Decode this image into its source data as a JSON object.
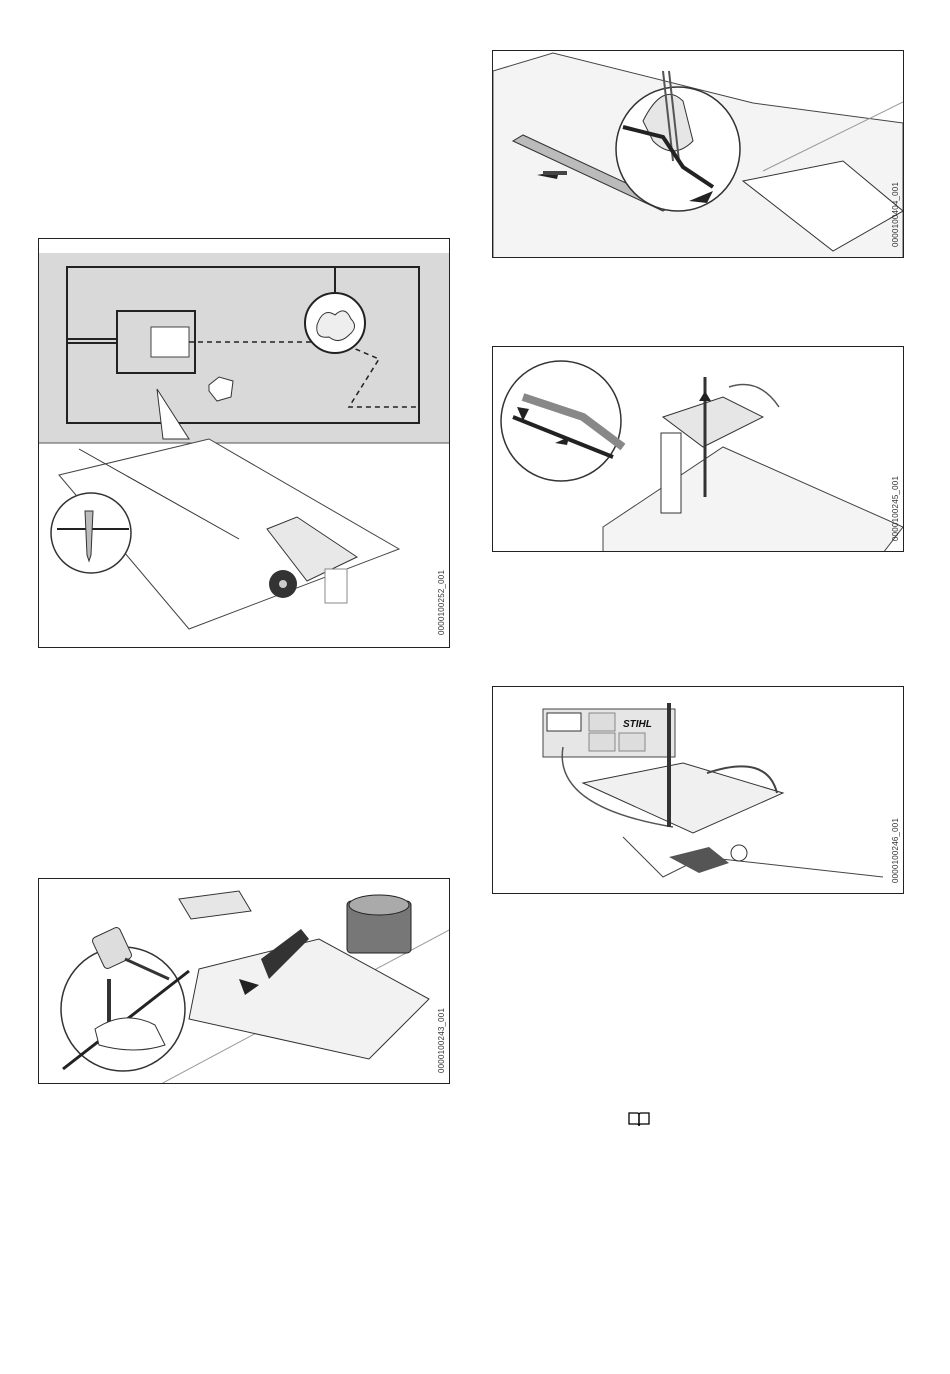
{
  "figures": {
    "fig_a": {
      "code": "0000100252_001"
    },
    "fig_b": {
      "code": "0000100243_001"
    },
    "fig_c": {
      "code": "0000100404_001"
    },
    "fig_d": {
      "code": "0000100245_001"
    },
    "fig_e": {
      "code": "0000100246_001",
      "brand": "STIHL"
    }
  },
  "icons": {
    "manual": "book-icon"
  }
}
